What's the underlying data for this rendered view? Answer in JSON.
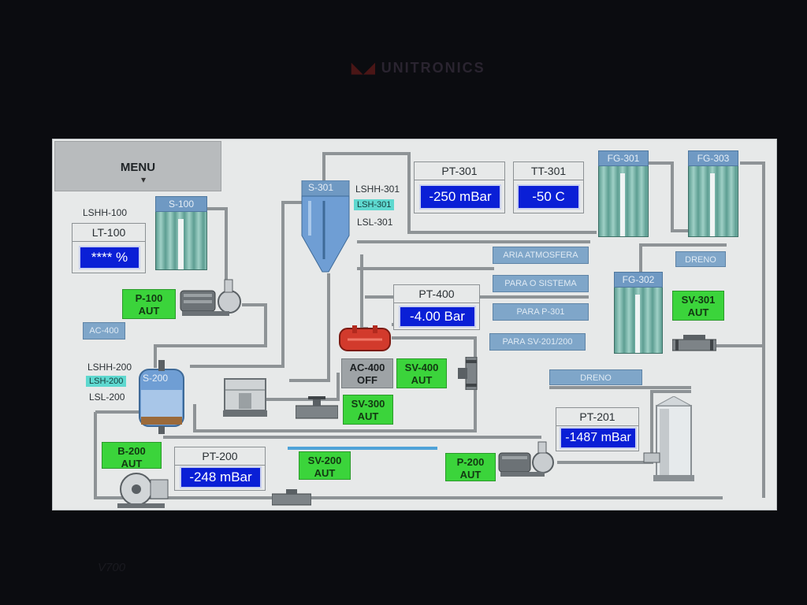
{
  "device": {
    "brand": "UNITRONICS",
    "model": "V700"
  },
  "menu": {
    "label": "MENU"
  },
  "tanks": {
    "s100": "S-100",
    "s301": "S-301",
    "s200": "S-200",
    "fg301": "FG-301",
    "fg303": "FG-303",
    "fg302": "FG-302"
  },
  "level_switches": {
    "lshh100": "LSHH-100",
    "lshh301": "LSHH-301",
    "lsh301": "LSH-301",
    "lsl301": "LSL-301",
    "lshh200": "LSHH-200",
    "lsh200": "LSH-200",
    "lsl200": "LSL-200"
  },
  "sensors": {
    "lt100": {
      "title": "LT-100",
      "value": "**** %"
    },
    "pt301": {
      "title": "PT-301",
      "value": "-250 mBar"
    },
    "tt301": {
      "title": "TT-301",
      "value": "-50 C"
    },
    "pt400": {
      "title": "PT-400",
      "value": "-4.00 Bar"
    },
    "pt201": {
      "title": "PT-201",
      "value": "-1487 mBar"
    },
    "pt200": {
      "title": "PT-200",
      "value": "-248 mBar"
    }
  },
  "buttons": {
    "p100": {
      "tag": "P-100",
      "mode": "AUT"
    },
    "ac400": {
      "tag": "AC-400",
      "mode": "OFF"
    },
    "sv400": {
      "tag": "SV-400",
      "mode": "AUT"
    },
    "sv300": {
      "tag": "SV-300",
      "mode": "AUT"
    },
    "sv301": {
      "tag": "SV-301",
      "mode": "AUT"
    },
    "b200": {
      "tag": "B-200",
      "mode": "AUT"
    },
    "sv200": {
      "tag": "SV-200",
      "mode": "AUT"
    },
    "p200": {
      "tag": "P-200",
      "mode": "AUT"
    }
  },
  "tags": {
    "ac400_label": "AC-400",
    "aria": "ARIA ATMOSFERA",
    "para_sistema": "PARA O SISTEMA",
    "para_p301": "PARA P-301",
    "para_sv": "PARA SV-201/200",
    "dreno_top": "DRENO",
    "dreno_mid": "DRENO"
  },
  "colors": {
    "screen_bg": "#e7e9e9",
    "value_display": "#0a1fd6",
    "auto_button": "#3bd43b",
    "off_button": "#9ea3a6",
    "tag_blue": "#7fa6c9",
    "level_switch_active": "#5ed8cf",
    "heater": "#d23a2c"
  }
}
